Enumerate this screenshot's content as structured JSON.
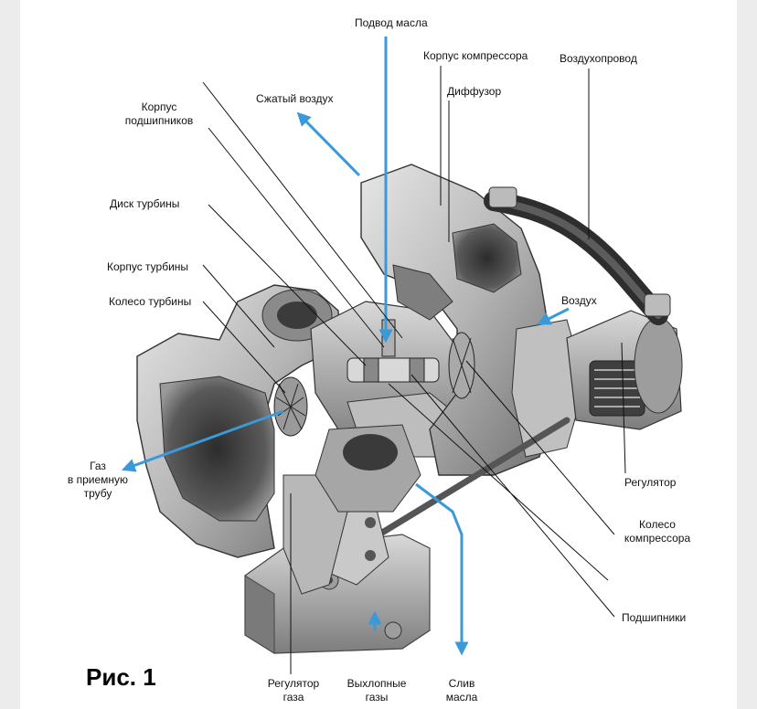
{
  "figure": {
    "caption": "Рис. 1"
  },
  "labels": {
    "oil_inlet": "Подвод масла",
    "compressor_housing": "Корпус компрессора",
    "air_duct": "Воздухопровод",
    "compressed_air": "Сжатый воздух",
    "diffuser": "Диффузор",
    "bearing_housing": [
      "Корпус",
      "подшипников"
    ],
    "turbine_disk": "Диск турбины",
    "turbine_housing": "Корпус турбины",
    "turbine_wheel": "Колесо турбины",
    "air": "Воздух",
    "gas_to_pipe": [
      "Газ",
      "в приемную",
      "трубу"
    ],
    "regulator": "Регулятор",
    "compressor_wheel": [
      "Колесо",
      "компрессора"
    ],
    "bearings": "Подшипники",
    "gas_regulator": [
      "Регулятор",
      "газа"
    ],
    "exhaust_gases": [
      "Выхлопные",
      "газы"
    ],
    "oil_drain": [
      "Слив",
      "масла"
    ]
  },
  "colors": {
    "arrow_blue": "#3a9ad9",
    "metal_light": "#c8c8c8",
    "metal_mid": "#9a9a9a",
    "metal_dark": "#4a4a4a",
    "leader_line": "#111111"
  }
}
